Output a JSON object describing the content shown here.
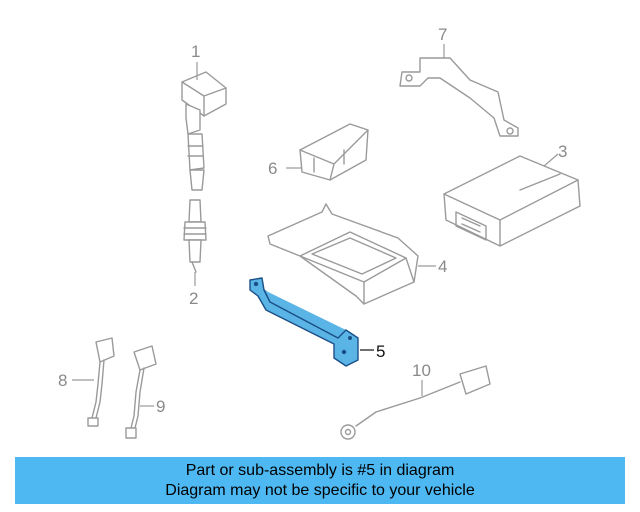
{
  "callouts": {
    "c1": "1",
    "c2": "2",
    "c3": "3",
    "c4": "4",
    "c5": "5",
    "c6": "6",
    "c7": "7",
    "c8": "8",
    "c9": "9",
    "c10": "10"
  },
  "highlighted_part": "5",
  "colors": {
    "highlight_fill": "#5ab4e6",
    "highlight_stroke": "#1a4f86",
    "banner_bg": "#4db8f2",
    "part_line": "#9a9a9a"
  },
  "banner": {
    "line1": "Part or sub-assembly is #5 in diagram",
    "line2": "Diagram may not be specific to your vehicle"
  }
}
